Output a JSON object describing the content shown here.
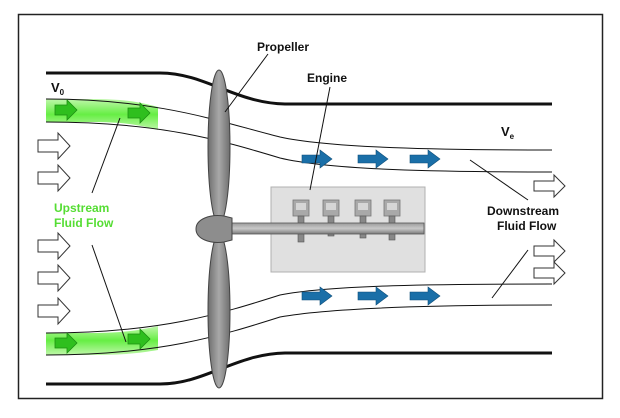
{
  "labels": {
    "propeller": "Propeller",
    "engine": "Engine",
    "v0_main": "V",
    "v0_sub": "0",
    "ve_main": "V",
    "ve_sub": "e",
    "upstream_line1": "Upstream",
    "upstream_line2": "Fluid Flow",
    "downstream_line1": "Downstream",
    "downstream_line2": "Fluid Flow"
  },
  "colors": {
    "upstream_green": "#55dd33",
    "upstream_band": "#66ee44",
    "flow_arrow_blue": "#1a6fa8",
    "propeller_gray": "#8a8a8a",
    "engine_box": "#e0e0e0",
    "outline": "#111111"
  },
  "icons": {
    "flow_arrow": "block-arrow-icon",
    "propeller": "propeller-icon",
    "engine": "engine-block-icon"
  }
}
